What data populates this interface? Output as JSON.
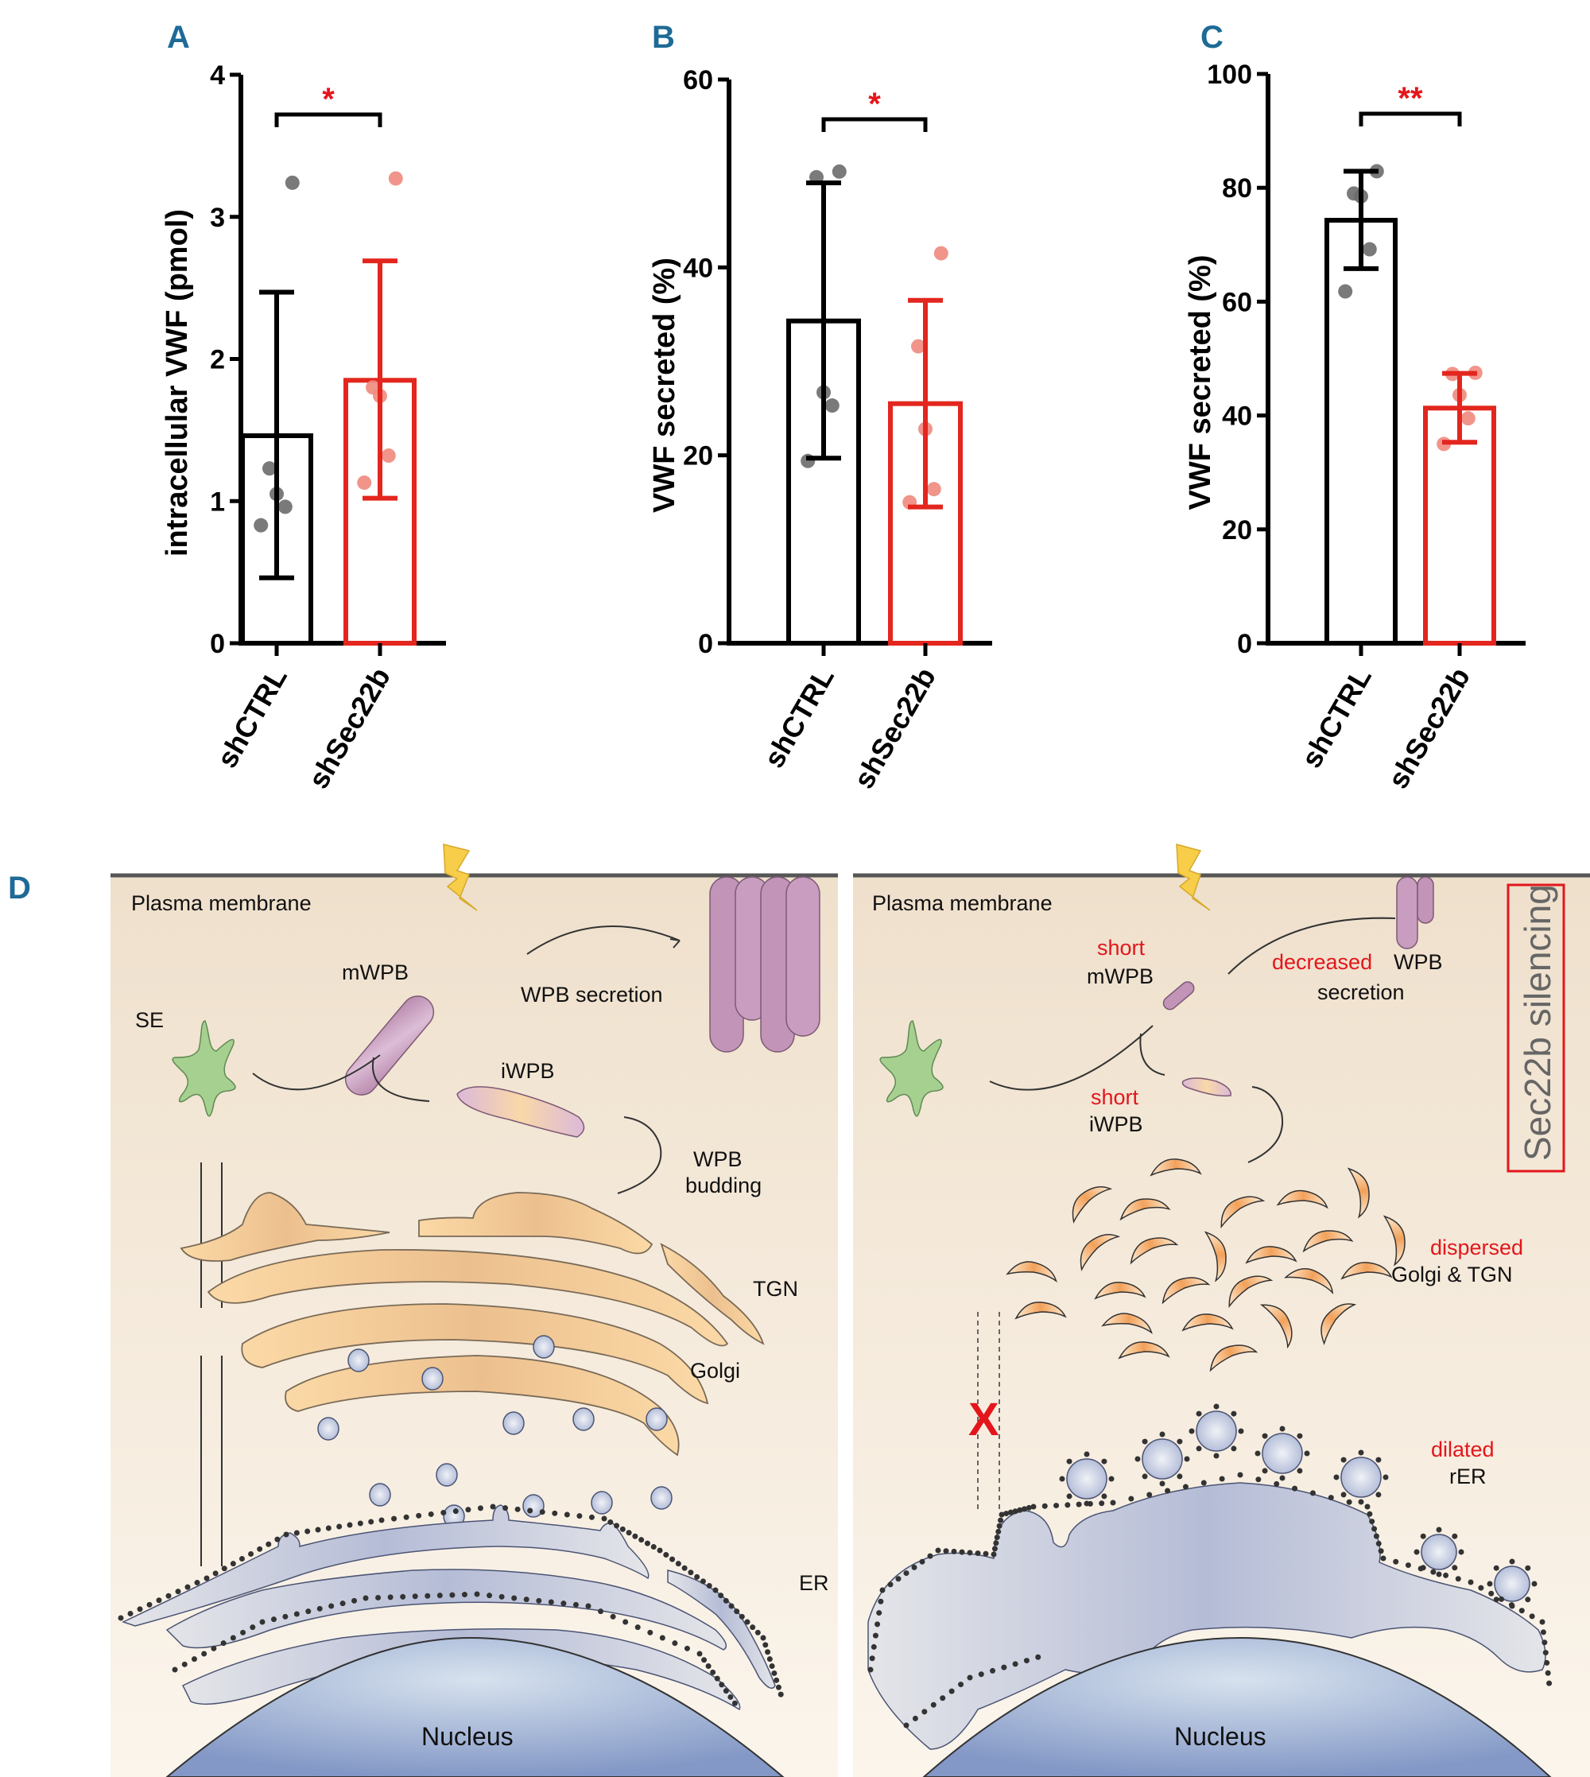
{
  "chart_data": [
    {
      "panel": "A",
      "type": "bar",
      "categories": [
        "shCTRL",
        "shSec22b"
      ],
      "ylabel": "intracellular VWF (pmol)",
      "ylim": [
        0,
        4
      ],
      "yticks": [
        0,
        1,
        2,
        3,
        4
      ],
      "series": [
        {
          "name": "shCTRL",
          "mean": 1.46,
          "error_low": 0.46,
          "error_high": 2.47,
          "color": "#000000",
          "dot_color": "#6b6b6b",
          "points": [
            3.24,
            1.23,
            1.05,
            0.96,
            0.83
          ]
        },
        {
          "name": "shSec22b",
          "mean": 1.85,
          "error_low": 1.02,
          "error_high": 2.69,
          "color": "#e3261e",
          "dot_color": "#ef8a7e",
          "points": [
            3.27,
            1.8,
            1.74,
            1.32,
            1.13
          ]
        }
      ],
      "significance": "*"
    },
    {
      "panel": "B",
      "type": "bar",
      "categories": [
        "shCTRL",
        "shSec22b"
      ],
      "ylabel": "VWF secreted (%)",
      "ylim": [
        0,
        60
      ],
      "yticks": [
        0,
        20,
        40,
        60
      ],
      "series": [
        {
          "name": "shCTRL",
          "mean": 34.3,
          "error_low": 19.7,
          "error_high": 49.0,
          "color": "#000000",
          "dot_color": "#6b6b6b",
          "points": [
            50.2,
            49.6,
            26.7,
            25.3,
            19.4
          ]
        },
        {
          "name": "shSec22b",
          "mean": 25.5,
          "error_low": 14.5,
          "error_high": 36.5,
          "color": "#e3261e",
          "dot_color": "#ef8a7e",
          "points": [
            41.5,
            31.6,
            22.8,
            16.4,
            15.0
          ]
        }
      ],
      "significance": "*"
    },
    {
      "panel": "C",
      "type": "bar",
      "categories": [
        "shCTRL",
        "shSec22b"
      ],
      "ylabel": "VWF secreted (%)",
      "ylim": [
        0,
        100
      ],
      "yticks": [
        0,
        20,
        40,
        60,
        80,
        100
      ],
      "series": [
        {
          "name": "shCTRL",
          "mean": 74.3,
          "error_low": 65.8,
          "error_high": 82.9,
          "color": "#000000",
          "dot_color": "#6b6b6b",
          "points": [
            82.9,
            79.0,
            78.5,
            69.2,
            61.8
          ]
        },
        {
          "name": "shSec22b",
          "mean": 41.3,
          "error_low": 35.3,
          "error_high": 47.4,
          "color": "#e3261e",
          "dot_color": "#ef8a7e",
          "points": [
            47.5,
            47.3,
            43.6,
            39.5,
            35.0
          ]
        }
      ],
      "significance": "**"
    }
  ],
  "diagram": {
    "panel_letter": "D",
    "left": {
      "plasma_membrane": "Plasma membrane",
      "se": "SE",
      "mwpb": "mWPB",
      "wpb_secretion": "WPB secretion",
      "iwpb": "iWPB",
      "wpb_budding_1": "WPB",
      "wpb_budding_2": "budding",
      "tgn": "TGN",
      "golgi": "Golgi",
      "er": "ER",
      "nucleus": "Nucleus"
    },
    "right": {
      "plasma_membrane": "Plasma membrane",
      "short_m_red": "short",
      "mwpb": "mWPB",
      "decreased_red": "decreased",
      "wpb": "WPB",
      "secretion": "secretion",
      "short_i_red": "short",
      "iwpb": "iWPB",
      "dispersed_red": "dispersed",
      "golgi_tgn": "Golgi & TGN",
      "dilated_red": "dilated",
      "rer": "rER",
      "nucleus": "Nucleus",
      "blocked_mark": "X",
      "condition": "Sec22b silencing"
    },
    "colors": {
      "cytoplasm": "#f1e4d3",
      "membrane": "#555555",
      "wpb": "#c49ab9",
      "golgi": "#f2c893",
      "er": "#c9cede",
      "nucleus": "#8da0c9",
      "se": "#a6d08f",
      "lightning": "#f7cd49",
      "highlight": "#e3161b"
    }
  }
}
